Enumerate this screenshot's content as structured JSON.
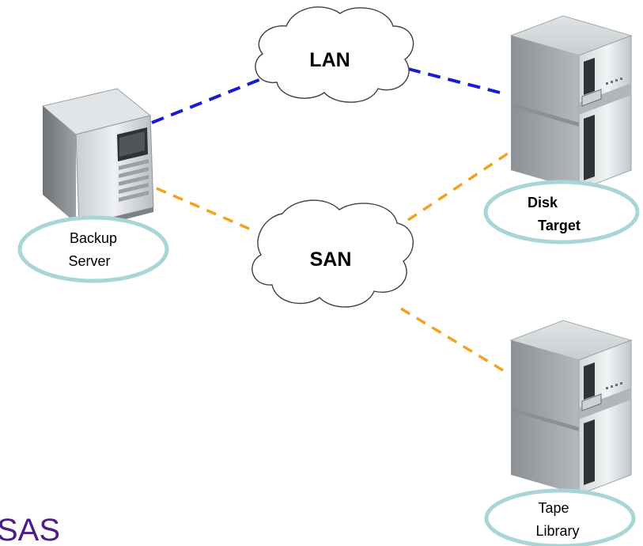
{
  "diagram": {
    "clouds": {
      "lan": {
        "label": "LAN"
      },
      "san": {
        "label": "SAN"
      }
    },
    "nodes": {
      "backup_server": {
        "line1": "Backup",
        "line2": "Server"
      },
      "disk_target": {
        "line1": "Disk",
        "line2": "Target"
      },
      "tape_library": {
        "line1": "Tape",
        "line2": "Library"
      }
    },
    "logo": {
      "text": "SAS"
    }
  },
  "colors": {
    "lan_link": "#1a1ad0",
    "san_link": "#f4a21e",
    "node_ring": "#a9d5d7",
    "logo": "#4b1f87"
  }
}
